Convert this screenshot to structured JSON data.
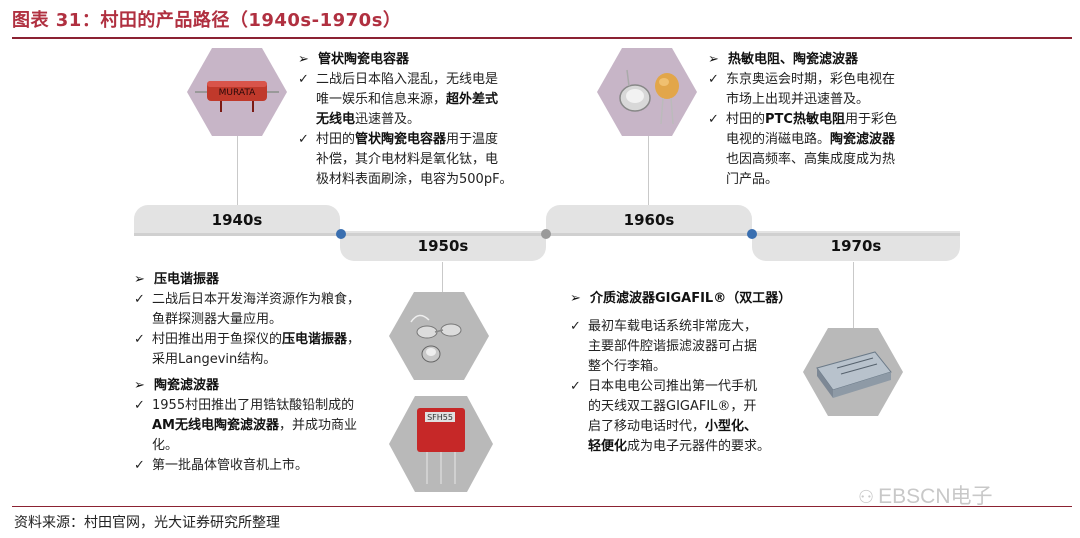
{
  "title": "图表 31：村田的产品路径（1940s-1970s）",
  "source": "资料来源：村田官网，光大证券研究所整理",
  "watermark": "EBSCN电子",
  "colors": {
    "accent": "#8b2232",
    "title": "#b03040",
    "dot_blue": "#3a6fb0",
    "dot_gray": "#999999"
  },
  "timeline": {
    "decades": [
      "1940s",
      "1950s",
      "1960s",
      "1970s"
    ]
  },
  "products": {
    "p1940": {
      "heading_arrow": "➢",
      "heading": "管状陶瓷电容器",
      "item1": [
        "二战后日本陷入混乱，无线电是",
        "唯一娱乐和信息来源，",
        "超外差式",
        "无线电",
        "迅速普及。"
      ],
      "item2": [
        "村田的",
        "管状陶瓷电容器",
        "用于温度",
        "补偿，其介电材料是氧化钛，电",
        "极材料表面刷涂，电容为500pF。"
      ],
      "image_label": "MURATA"
    },
    "p1950a": {
      "heading": "压电谐振器",
      "item1": [
        "二战后日本开发海洋资源作为粮食，",
        "鱼群探测器大量应用。"
      ],
      "item2": [
        "村田推出用于鱼探仪的",
        "压电谐振器",
        "，",
        "采用Langevin结构。"
      ]
    },
    "p1950b": {
      "heading": "陶瓷滤波器",
      "item1": [
        "1955村田推出了用锆钛酸铅制成的",
        "AM",
        "无线电陶瓷滤波器",
        "，并成功商业",
        "化。"
      ],
      "item2": [
        "第一批晶体管收音机上市。"
      ],
      "image_label": "SFH55"
    },
    "p1960": {
      "heading": "热敏电阻、陶瓷滤波器",
      "item1": [
        "东京奥运会时期，彩色电视在",
        "市场上出现并迅速普及。"
      ],
      "item2": [
        "村田的",
        "PTC热敏电阻",
        "用于彩色",
        "电视的消磁电路。",
        "陶瓷滤波器",
        "也因高频率、高集成度成为热",
        "门产品。"
      ]
    },
    "p1970": {
      "heading": "介质滤波器GIGAFIL®（双工器）",
      "item1": [
        "最初车载电话系统非常庞大，",
        "主要部件腔谐振滤波器可占据",
        "整个行李箱。"
      ],
      "item2": [
        "日本电电公司推出第一代手机",
        "的天线双工器GIGAFIL®，开",
        "启了移动电话时代，",
        "小型化、",
        "轻便化",
        "成为电子元器件的要求。"
      ]
    },
    "check": "✓"
  }
}
